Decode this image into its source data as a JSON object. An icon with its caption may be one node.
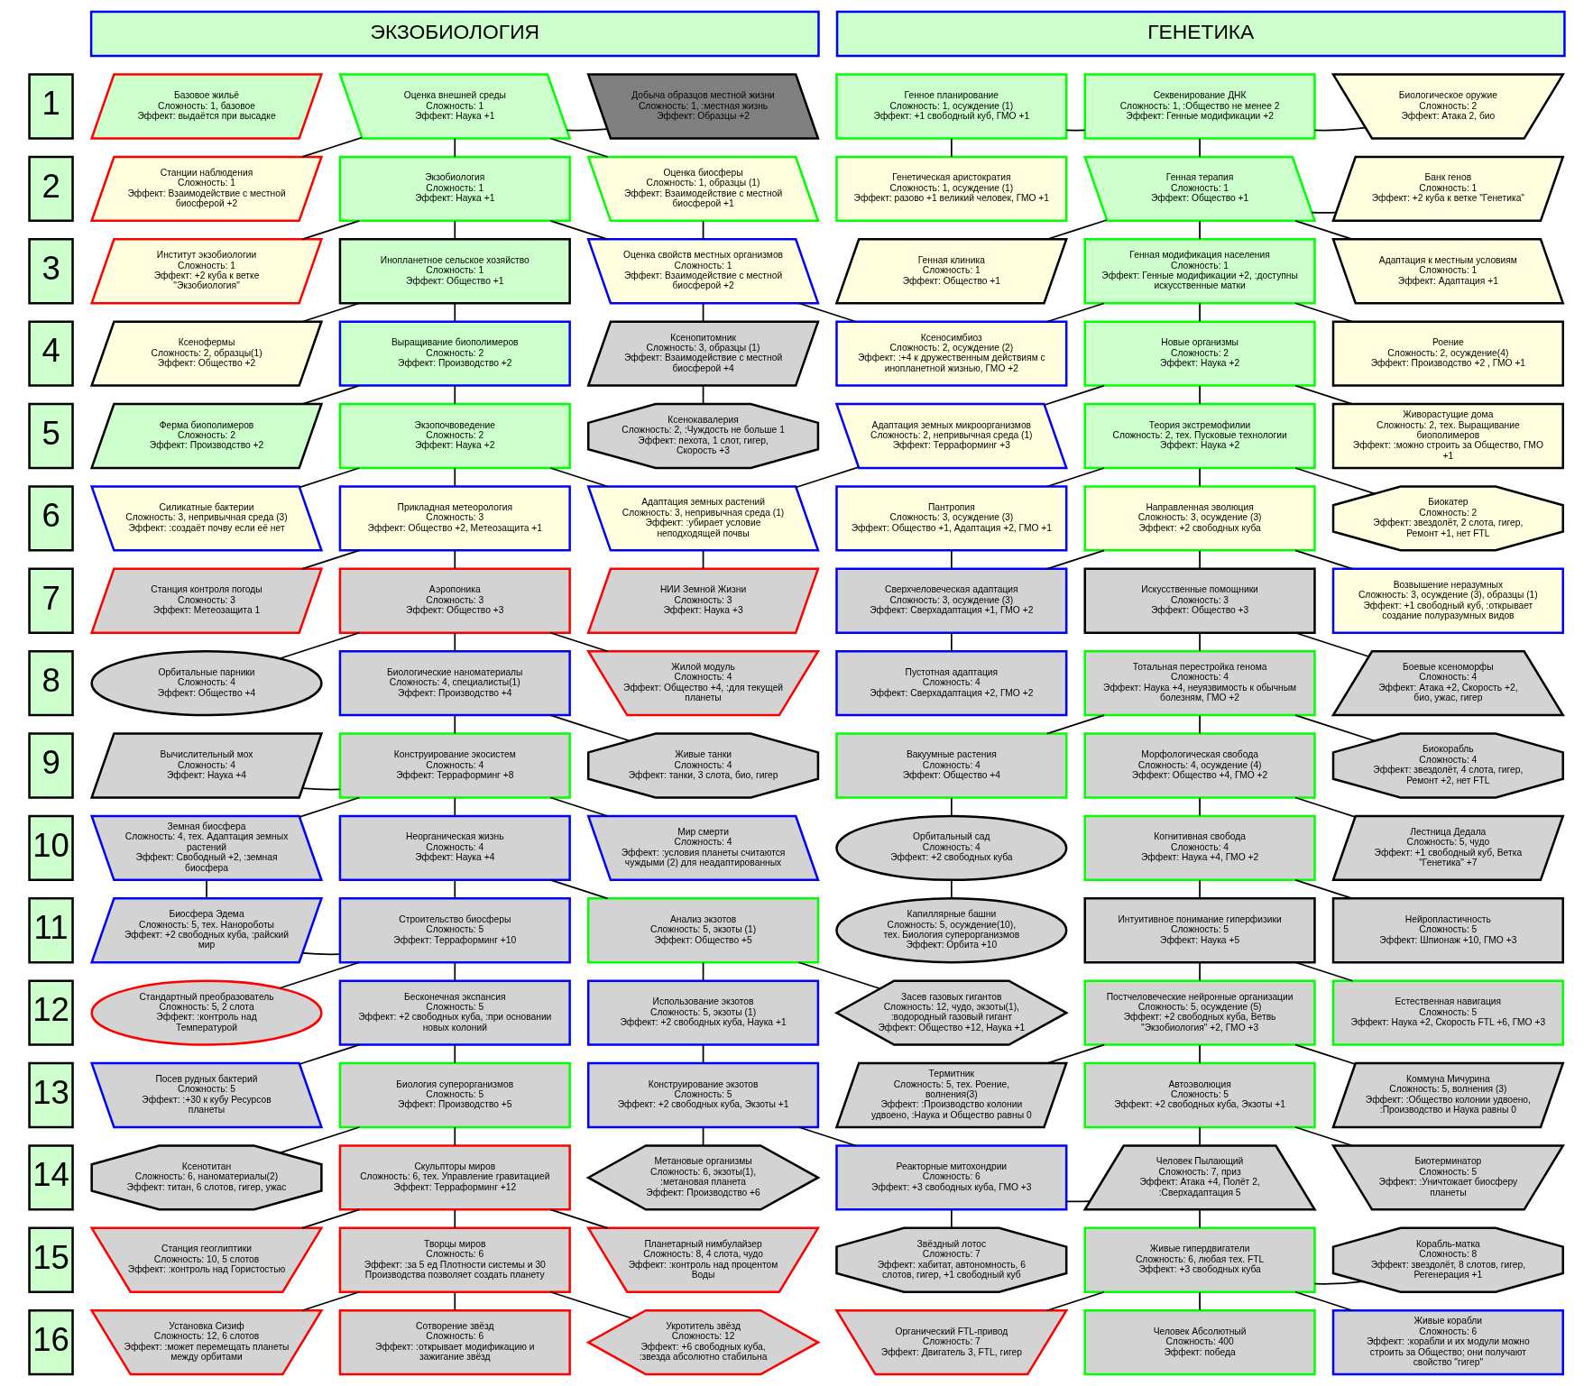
{
  "diagram": {
    "nodes": [
      {
        "text": [
          "ЭКЗОБИОЛОГИЯ"
        ]
      },
      {
        "text": [
          "ГЕНЕТИКА"
        ]
      },
      {
        "text": [
          "1"
        ]
      },
      {
        "text": [
          "Базовое жильё",
          "Сложность: 1, базовое",
          "Эффект: выдаётся при высадке"
        ]
      },
      {
        "text": [
          "Оценка внешней среды",
          "Сложность: 1",
          "Эффект: Наука +1"
        ]
      },
      {
        "text": [
          "Добыча образцов местной жизни",
          "Сложность: 1, :местная жизнь",
          "Эффект: Образцы +2"
        ]
      },
      {
        "text": [
          "Генное планирование",
          "Сложность: 1, осуждение (1)",
          "Эффект: +1 свободный куб, ГМО +1"
        ]
      },
      {
        "text": [
          "Секвенирование ДНК",
          "Сложность: 1, :Общество не менее 2",
          "Эффект: Генные модификации +2"
        ]
      },
      {
        "text": [
          "Биологическое оружие",
          "Сложность: 2",
          "Эффект: Атака 2, био"
        ]
      },
      {
        "text": [
          "2"
        ]
      },
      {
        "text": [
          "Станции наблюдения",
          "Сложность: 1",
          "Эффект: Взаимодействие с местной биосферой +2"
        ]
      },
      {
        "text": [
          "Экзобиология",
          "Сложность: 1",
          "Эффект: Наука +1"
        ]
      },
      {
        "text": [
          "Оценка биосферы",
          "Сложность: 1, образцы (1)",
          "Эффект: Взаимодействие с местной биосферой +1"
        ]
      },
      {
        "text": [
          "Генетическая аристократия",
          "Сложность: 1, осуждение (1)",
          "Эффект: разово +1 великий человек, ГМО +1"
        ]
      },
      {
        "text": [
          "Генная терапия",
          "Сложность: 1",
          "Эффект: Общество +1"
        ]
      },
      {
        "text": [
          "Банк генов",
          "Сложность: 1",
          "Эффект: +2 куба к ветке \"Генетика\""
        ]
      },
      {
        "text": [
          "3"
        ]
      },
      {
        "text": [
          "Институт экзобиологии",
          "Сложность: 1",
          "Эффект: +2 куба к ветке \"Экзобиология\""
        ]
      },
      {
        "text": [
          "Инопланетное сельское хозяйство",
          "Сложность: 1",
          "Эффект: Общество +1"
        ]
      },
      {
        "text": [
          "Оценка свойств местных организмов",
          "Сложность: 1",
          "Эффект: Взаимодействие с местной биосферой +2"
        ]
      },
      {
        "text": [
          "Генная клиника",
          "Сложность: 1",
          "Эффект: Общество +1"
        ]
      },
      {
        "text": [
          "Генная модификация населения",
          "Сложность: 1",
          "Эффект: Генные модификации +2, :доступны искусственные матки"
        ]
      },
      {
        "text": [
          "Адаптация к местным условиям",
          "Сложность: 1",
          "Эффект: Адаптация +1"
        ]
      },
      {
        "text": [
          "4"
        ]
      },
      {
        "text": [
          "Ксенофермы",
          "Сложность: 2, образцы(1)",
          "Эффект: Общество +2"
        ]
      },
      {
        "text": [
          "Выращивание биополимеров",
          "Сложность: 2",
          "Эффект: Производство +2"
        ]
      },
      {
        "text": [
          "Ксенопитомник",
          "Сложность: 3, образцы (1)",
          "Эффект: Взаимодействие с местной биосферой +4"
        ]
      },
      {
        "text": [
          "Ксеносимбиоз",
          "Сложность: 2, осуждение (2)",
          "Эффект: :+4 к дружественным действиям с инопланетной жизнью, ГМО +2"
        ]
      },
      {
        "text": [
          "Новые организмы",
          "Сложность: 2",
          "Эффект: Наука +2"
        ]
      },
      {
        "text": [
          "Роение",
          "Сложность: 2, осуждение(4)",
          "Эффект: Производство +2 , ГМО +1"
        ]
      },
      {
        "text": [
          "5"
        ]
      },
      {
        "text": [
          "Ферма биополимеров",
          "Сложность: 2",
          "Эффект: Производство +2"
        ]
      },
      {
        "text": [
          "Экзопочвоведение",
          "Сложность: 2",
          "Эффект: Наука +2"
        ]
      },
      {
        "text": [
          "Ксенокавалерия",
          "Сложность: 2, :Чуждость не больше 1",
          "Эффект: пехота, 1 слот, гигер, Скорость +3"
        ]
      },
      {
        "text": [
          "Адаптация земных микроорганизмов",
          "Сложность: 2, непривычная среда (1)",
          "Эффект: Терраформинг +3"
        ]
      },
      {
        "text": [
          "Теория экстремофилии",
          "Сложность: 2, тех. Пусковые технологии",
          "Эффект: Наука +2"
        ]
      },
      {
        "text": [
          "Живорастущие дома",
          "Сложность: 2, тех. Выращивание биополимеров",
          "Эффект: :можно строить за Общество, ГМО +1"
        ]
      },
      {
        "text": [
          "6"
        ]
      },
      {
        "text": [
          "Силикатные бактерии",
          "Сложность: 3, непривычная среда (3)",
          "Эффект: :создаёт почву если её нет"
        ]
      },
      {
        "text": [
          "Прикладная метеорология",
          "Сложность: 3",
          "Эффект: Общество +2, Метеозащита +1"
        ]
      },
      {
        "text": [
          "Адаптация земных растений",
          "Сложность: 3, непривычная среда (1)",
          "Эффект: :убирает условие неподходящей почвы"
        ]
      },
      {
        "text": [
          "Пантропия",
          "Сложность: 3, осуждение (3)",
          "Эффект: Общество +1, Адаптация +2, ГМО +1"
        ]
      },
      {
        "text": [
          "Направленная эволюция",
          "Сложность: 3, осуждение (3)",
          "Эффект: +2 свободных куба"
        ]
      },
      {
        "text": [
          "Биокатер",
          "Сложность: 2",
          "Эффект: звездолёт, 2 слота, гигер, Ремонт +1, нет FTL"
        ]
      },
      {
        "text": [
          "7"
        ]
      },
      {
        "text": [
          "Станция контроля погоды",
          "Сложность: 3",
          "Эффект: Метеозащита 1"
        ]
      },
      {
        "text": [
          "Аэропоника",
          "Сложность: 3",
          "Эффект: Общество +3"
        ]
      },
      {
        "text": [
          "НИИ Земной Жизни",
          "Сложность: 3",
          "Эффект: Наука +3"
        ]
      },
      {
        "text": [
          "Сверхчеловеческая адаптация",
          "Сложность: 3, осуждение (3)",
          "Эффект: Сверхадаптация +1, ГМО +2"
        ]
      },
      {
        "text": [
          "Искусственные помощники",
          "Сложность: 3",
          "Эффект: Общество +3"
        ]
      },
      {
        "text": [
          "Возвышение неразумных",
          "Сложность: 3, осуждение (3), образцы (1)",
          "Эффект: +1 свободный куб, :открывает создание полуразумных видов"
        ]
      },
      {
        "text": [
          "8"
        ]
      },
      {
        "text": [
          "Орбитальные парники",
          "Сложность: 4",
          "Эффект: Общество +4"
        ]
      },
      {
        "text": [
          "Биологические наноматериалы",
          "Сложность: 4, специалисты(1)",
          "Эффект: Производство +4"
        ]
      },
      {
        "text": [
          "Жилой модуль",
          "Сложность: 4",
          "Эффект: Общество +4, :для текущей планеты"
        ]
      },
      {
        "text": [
          "Пустотная адаптация",
          "Сложность: 4",
          "Эффект: Сверхадаптация +2, ГМО +2"
        ]
      },
      {
        "text": [
          "Тотальная перестройка генома",
          "Сложность: 4",
          "Эффект: Наука +4, неуязвимость к обычным болезням, ГМО +2"
        ]
      },
      {
        "text": [
          "Боевые ксеноморфы",
          "Сложность: 4",
          "Эффект: Атака +2, Скорость +2, био, ужас, гигер"
        ]
      },
      {
        "text": [
          "9"
        ]
      },
      {
        "text": [
          "Вычислительный мох",
          "Сложность: 4",
          "Эффект: Наука +4"
        ]
      },
      {
        "text": [
          "Конструирование экосистем",
          "Сложность: 4",
          "Эффект: Терраформинг +8"
        ]
      },
      {
        "text": [
          "Живые танки",
          "Сложность: 4",
          "Эффект: танки, 3 слота, био, гигер"
        ]
      },
      {
        "text": [
          "Вакуумные растения",
          "Сложность: 4",
          "Эффект: Общество +4"
        ]
      },
      {
        "text": [
          "Морфологическая свобода",
          "Сложность: 4, осуждение (4)",
          "Эффект: Общество +4, ГМО +2"
        ]
      },
      {
        "text": [
          "Биокорабль",
          "Сложность: 4",
          "Эффект: звездолёт, 4 слота, гигер, Ремонт +2, нет FTL"
        ]
      },
      {
        "text": [
          "10"
        ]
      },
      {
        "text": [
          "Земная биосфера",
          "Сложность: 4, тех. Адаптация земных растений",
          "Эффект: Свободный +2, :земная биосфера"
        ]
      },
      {
        "text": [
          "Неорганическая жизнь",
          "Сложность: 4",
          "Эффект: Наука +4"
        ]
      },
      {
        "text": [
          "Мир смерти",
          "Сложность: 4",
          "Эффект: :условия планеты считаются чуждыми (2) для неадаптированных"
        ]
      },
      {
        "text": [
          "Орбитальный сад",
          "Сложность: 4",
          "Эффект: +2 свободных куба"
        ]
      },
      {
        "text": [
          "Когнитивная свобода",
          "Сложность: 4",
          "Эффект: Наука +4, ГМО +2"
        ]
      },
      {
        "text": [
          "Лестница Дедала",
          "Сложность: 5, чудо",
          "Эффект: +1 свободный куб, Ветка \"Генетика\" +7"
        ]
      },
      {
        "text": [
          "11"
        ]
      },
      {
        "text": [
          "Биосфера Эдема",
          "Сложность: 5, тех. Нанороботы",
          "Эффект: +2 свободных куба, :райский мир"
        ]
      },
      {
        "text": [
          "Строительство биосферы",
          "Сложность: 5",
          "Эффект: Терраформинг +10"
        ]
      },
      {
        "text": [
          "Анализ экзотов",
          "Сложность: 5, экзоты (1)",
          "Эффект: Общество +5"
        ]
      },
      {
        "text": [
          "Капиллярные башни",
          "Сложность: 5, осуждение(10), тех. Биология суперорганизмов",
          "Эффект: Орбита +10"
        ]
      },
      {
        "text": [
          "Интуитивное понимание гиперфизики",
          "Сложность: 5",
          "Эффект: Наука +5"
        ]
      },
      {
        "text": [
          "Нейропластичность",
          "Сложность: 5",
          "Эффект: Шпионаж +10, ГМО +3"
        ]
      },
      {
        "text": [
          "12"
        ]
      },
      {
        "text": [
          "Стандартный преобразователь",
          "Сложность: 5, 2 слота",
          "Эффект: :контроль над Температурой"
        ]
      },
      {
        "text": [
          "Бесконечная экспансия",
          "Сложность: 5",
          "Эффект: +2 свободных куба, :при основании новых колоний"
        ]
      },
      {
        "text": [
          "Использование экзотов",
          "Сложность: 5, экзоты (1)",
          "Эффект: +2 свободных куба, Наука +1"
        ]
      },
      {
        "text": [
          "Засев газовых гигантов",
          "Сложность: 12, чудо, экзоты(1), :водородный газовый гигант",
          "Эффект: Общество +12, Наука +1"
        ]
      },
      {
        "text": [
          "Постчеловеческие нейронные организации",
          "Сложность: 5, осуждение (5)",
          "Эффект: +2 свободных куба, Ветвь \"Экзобиология\" +2, ГМО +3"
        ]
      },
      {
        "text": [
          "Естественная навигация",
          "Сложность: 5",
          "Эффект: Наука +2, Скорость FTL +6, ГМО +3"
        ]
      },
      {
        "text": [
          "13"
        ]
      },
      {
        "text": [
          "Посев рудных бактерий",
          "Сложность: 5",
          "Эффект: :+30 к кубу Ресурсов планеты"
        ]
      },
      {
        "text": [
          "Биология суперорганизмов",
          "Сложность: 5",
          "Эффект: Производство +5"
        ]
      },
      {
        "text": [
          "Конструирование экзотов",
          "Сложность: 5",
          "Эффект: +2 свободных куба, Экзоты +1"
        ]
      },
      {
        "text": [
          "Термитник",
          "Сложность: 5, тех. Роение, волнения(3)",
          "Эффект: :Производство колонии удвоено, :Наука и Общество равны 0"
        ]
      },
      {
        "text": [
          "Автоэволюция",
          "Сложность: 5",
          "Эффект: +2 свободных куба, Экзоты +1"
        ]
      },
      {
        "text": [
          "Коммуна Мичурина",
          "Сложность: 5, волнения (3)",
          "Эффект: :Общество колонии удвоено, :Производство и Наука равны 0"
        ]
      },
      {
        "text": [
          "14"
        ]
      },
      {
        "text": [
          "Ксенотитан",
          "Сложность: 6, наноматериалы(2)",
          "Эффект: титан, 6 слотов, гигер, ужас"
        ]
      },
      {
        "text": [
          "Скульпторы миров",
          "Сложность: 6, тех. Управление гравитацией",
          "Эффект: Терраформинг +12"
        ]
      },
      {
        "text": [
          "Метановые организмы",
          "Сложность: 6, экзоты(1), :метановая планета",
          "Эффект: Производство +6"
        ]
      },
      {
        "text": [
          "Реакторные митохондрии",
          "Сложность: 6",
          "Эффект: +3 свободных куба, ГМО +3"
        ]
      },
      {
        "text": [
          "Человек Пылающий",
          "Сложность: 7, приз",
          "Эффект: Атака +4, Полёт 2, :Сверхадаптация 5"
        ]
      },
      {
        "text": [
          "Биотерминатор",
          "Сложность: 5",
          "Эффект: :Уничтожает биосферу планеты"
        ]
      },
      {
        "text": [
          "15"
        ]
      },
      {
        "text": [
          "Станция геоглиптики",
          "Сложность: 10, 5 слотов",
          "Эффект: :контроль над Гористостью"
        ]
      },
      {
        "text": [
          "Творцы миров",
          "Сложность: 6",
          "Эффект: :за 5 ед Плотности системы и 30 Производства позволяет создать планету"
        ]
      },
      {
        "text": [
          "Планетарный нимбулайзер",
          "Сложность: 8, 4 слота, чудо",
          "Эффект: :контроль над процентом Воды"
        ]
      },
      {
        "text": [
          "Звёздный лотос",
          "Сложность: 7",
          "Эффект: хабитат, автономность, 6 слотов, гигер, +1 свободный куб"
        ]
      },
      {
        "text": [
          "Живые гипердвигатели",
          "Сложность: 6, любая тех. FTL",
          "Эффект: +3 свободных куба"
        ]
      },
      {
        "text": [
          "Корабль-матка",
          "Сложность: 8",
          "Эффект: звездолёт, 8 слотов, гигер, Регенерация +1"
        ]
      },
      {
        "text": [
          "16"
        ]
      },
      {
        "text": [
          "Установка Сизиф",
          "Сложность: 12, 6 слотов",
          "Эффект: :может перемещать планеты между орбитами"
        ]
      },
      {
        "text": [
          "Сотворение звёзд",
          "Сложность: 6",
          "Эффект: :открывает модификацию и зажигание звёзд"
        ]
      },
      {
        "text": [
          "Укротитель звёзд",
          "Сложность: 12",
          "Эффект: +6 свободных куба, :звезда абсолютно стабильна"
        ]
      },
      {
        "text": [
          "Органический FTL-привод",
          "Сложность: 7",
          "Эффект: Двигатель 3, FTL, гигер"
        ]
      },
      {
        "text": [
          "Человек Абсолютный",
          "Сложность: 400",
          "Эффект: победа"
        ]
      },
      {
        "text": [
          "Живые корабли",
          "Сложность: 6",
          "Эффект: :корабли и их модули можно строить за Общество; они получают свойство \"гигер\""
        ]
      }
    ],
    "edges": [
      {
        "from": 4,
        "to": 5,
        "arrow": "none"
      },
      {
        "from": 6,
        "to": 7,
        "arrow": "none"
      },
      {
        "from": 7,
        "to": 8,
        "arrow": "none"
      },
      {
        "from": 4,
        "to": 10,
        "arrow": "none"
      },
      {
        "from": 4,
        "to": 11,
        "arrow": "none"
      },
      {
        "from": 4,
        "to": 12,
        "arrow": "none"
      },
      {
        "from": 6,
        "to": 13,
        "arrow": "none"
      },
      {
        "from": 7,
        "to": 14,
        "arrow": "none"
      },
      {
        "from": 14,
        "to": 15,
        "arrow": "none"
      },
      {
        "from": 11,
        "to": 17,
        "arrow": "none"
      },
      {
        "from": 11,
        "to": 18,
        "arrow": "none"
      },
      {
        "from": 11,
        "to": 19,
        "arrow": "none"
      },
      {
        "from": 12,
        "to": 19,
        "arrow": "none"
      },
      {
        "from": 14,
        "to": 20,
        "arrow": "none"
      },
      {
        "from": 14,
        "to": 21,
        "arrow": "none"
      },
      {
        "from": 14,
        "to": 22,
        "arrow": "none"
      },
      {
        "from": 18,
        "to": 24,
        "arrow": "none"
      },
      {
        "from": 18,
        "to": 25,
        "arrow": "none"
      },
      {
        "from": 19,
        "to": 26,
        "arrow": "none"
      },
      {
        "from": 19,
        "to": 27,
        "arrow": "none"
      },
      {
        "from": 21,
        "to": 27,
        "arrow": "none"
      },
      {
        "from": 21,
        "to": 28,
        "arrow": "none"
      },
      {
        "from": 21,
        "to": 29,
        "arrow": "none"
      },
      {
        "from": 25,
        "to": 31,
        "arrow": "none"
      },
      {
        "from": 25,
        "to": 32,
        "arrow": "none"
      },
      {
        "from": 26,
        "to": 33,
        "arrow": "none"
      },
      {
        "from": 28,
        "to": 34,
        "arrow": "none"
      },
      {
        "from": 28,
        "to": 35,
        "arrow": "none"
      },
      {
        "from": 28,
        "to": 36,
        "arrow": "none"
      },
      {
        "from": 32,
        "to": 38,
        "arrow": "none"
      },
      {
        "from": 32,
        "to": 39,
        "arrow": "none"
      },
      {
        "from": 32,
        "to": 40,
        "arrow": "none"
      },
      {
        "from": 34,
        "to": 40,
        "arrow": "none"
      },
      {
        "from": 35,
        "to": 41,
        "arrow": "none"
      },
      {
        "from": 35,
        "to": 42,
        "arrow": "none"
      },
      {
        "from": 35,
        "to": 43,
        "arrow": "none"
      },
      {
        "from": 39,
        "to": 45,
        "arrow": "none"
      },
      {
        "from": 39,
        "to": 46,
        "arrow": "none"
      },
      {
        "from": 40,
        "to": 47,
        "arrow": "none"
      },
      {
        "from": 41,
        "to": 48,
        "arrow": "none"
      },
      {
        "from": 42,
        "to": 48,
        "arrow": "none"
      },
      {
        "from": 42,
        "to": 49,
        "arrow": "none"
      },
      {
        "from": 42,
        "to": 50,
        "arrow": "none"
      },
      {
        "from": 46,
        "to": 52,
        "arrow": "none"
      },
      {
        "from": 46,
        "to": 53,
        "arrow": "none"
      },
      {
        "from": 46,
        "to": 54,
        "arrow": "none"
      },
      {
        "from": 48,
        "to": 55,
        "arrow": "none"
      },
      {
        "from": 49,
        "to": 56,
        "arrow": "none"
      },
      {
        "from": 49,
        "to": 57,
        "arrow": "none"
      },
      {
        "from": 53,
        "to": 60,
        "arrow": "none"
      },
      {
        "from": 53,
        "to": 61,
        "arrow": "none"
      },
      {
        "from": 56,
        "to": 62,
        "arrow": "none"
      },
      {
        "from": 56,
        "to": 63,
        "arrow": "none"
      },
      {
        "from": 56,
        "to": 64,
        "arrow": "none"
      },
      {
        "from": 59,
        "to": 60,
        "arrow": "none"
      },
      {
        "from": 60,
        "to": 66,
        "arrow": "none"
      },
      {
        "from": 60,
        "to": 67,
        "arrow": "none"
      },
      {
        "from": 60,
        "to": 68,
        "arrow": "none"
      },
      {
        "from": 62,
        "to": 69,
        "arrow": "none"
      },
      {
        "from": 63,
        "to": 70,
        "arrow": "none"
      },
      {
        "from": 63,
        "to": 71,
        "arrow": "none"
      },
      {
        "from": 66,
        "to": 73,
        "arrow": "none"
      },
      {
        "from": 67,
        "to": 74,
        "arrow": "none"
      },
      {
        "from": 67,
        "to": 75,
        "arrow": "none"
      },
      {
        "from": 69,
        "to": 76,
        "arrow": "none"
      },
      {
        "from": 70,
        "to": 77,
        "arrow": "none"
      },
      {
        "from": 70,
        "to": 78,
        "arrow": "none"
      },
      {
        "from": 73,
        "to": 74,
        "arrow": "none"
      },
      {
        "from": 74,
        "to": 80,
        "arrow": "none"
      },
      {
        "from": 74,
        "to": 81,
        "arrow": "none"
      },
      {
        "from": 75,
        "to": 82,
        "arrow": "none"
      },
      {
        "from": 75,
        "to": 83,
        "arrow": "none"
      },
      {
        "from": 77,
        "to": 84,
        "arrow": "none"
      },
      {
        "from": 77,
        "to": 85,
        "arrow": "none"
      },
      {
        "from": 81,
        "to": 87,
        "arrow": "none"
      },
      {
        "from": 81,
        "to": 88,
        "arrow": "none"
      },
      {
        "from": 82,
        "to": 89,
        "arrow": "none"
      },
      {
        "from": 84,
        "to": 90,
        "arrow": "none"
      },
      {
        "from": 84,
        "to": 91,
        "arrow": "none"
      },
      {
        "from": 84,
        "to": 92,
        "arrow": "none"
      },
      {
        "from": 88,
        "to": 94,
        "arrow": "none"
      },
      {
        "from": 88,
        "to": 95,
        "arrow": "none"
      },
      {
        "from": 89,
        "to": 96,
        "arrow": "none"
      },
      {
        "from": 89,
        "to": 97,
        "arrow": "none"
      },
      {
        "from": 91,
        "to": 98,
        "arrow": "none"
      },
      {
        "from": 91,
        "to": 99,
        "arrow": "none"
      },
      {
        "from": 97,
        "to": 98,
        "arrow": "none"
      },
      {
        "from": 95,
        "to": 101,
        "arrow": "none"
      },
      {
        "from": 95,
        "to": 102,
        "arrow": "none"
      },
      {
        "from": 95,
        "to": 103,
        "arrow": "none"
      },
      {
        "from": 97,
        "to": 104,
        "arrow": "none"
      },
      {
        "from": 98,
        "to": 105,
        "arrow": "none"
      },
      {
        "from": 105,
        "to": 106,
        "arrow": "none"
      },
      {
        "from": 102,
        "to": 108,
        "arrow": "none"
      },
      {
        "from": 102,
        "to": 109,
        "arrow": "none"
      },
      {
        "from": 102,
        "to": 110,
        "arrow": "none"
      },
      {
        "from": 105,
        "to": 111,
        "arrow": "none"
      },
      {
        "from": 105,
        "to": 112,
        "arrow": "none"
      },
      {
        "from": 105,
        "to": 113,
        "arrow": "none"
      }
    ]
  }
}
